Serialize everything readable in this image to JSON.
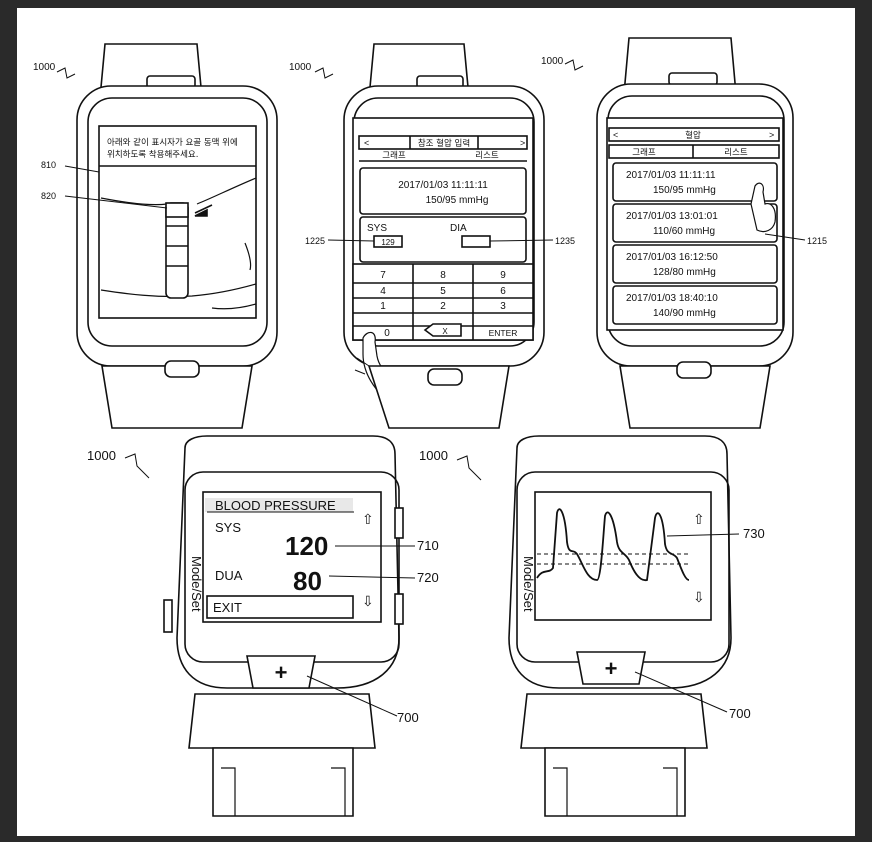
{
  "reference_labels": {
    "device_top_left": "1000",
    "device_top_middle": "1000",
    "device_top_right": "1000",
    "device_bottom_left": "1000",
    "device_bottom_right": "1000",
    "screen_810": "810",
    "band_820": "820",
    "sys_field_1225": "1225",
    "dia_field_1235": "1235",
    "list_1215": "1215",
    "value_710": "710",
    "value_720": "720",
    "graph_730": "730",
    "button_left_700": "700",
    "button_right_700": "700"
  },
  "screen1": {
    "instruction_line1": "아래와 같이 표시자가 요골 동맥 위에",
    "instruction_line2": "위치하도록 착용해주세요."
  },
  "screen2": {
    "nav_prev": "<",
    "title": "참조 혈압 입력",
    "nav_next": ">",
    "tab_graph": "그래프",
    "tab_list": "리스트",
    "datetime": "2017/01/03   11:11:11",
    "reading": "150/95 mmHg",
    "sys_label": "SYS",
    "sys_value": "129",
    "dia_label": "DIA",
    "keys": [
      "7",
      "8",
      "9",
      "4",
      "5",
      "6",
      "1",
      "2",
      "3",
      "0"
    ],
    "backspace": "X",
    "enter": "ENTER"
  },
  "screen3": {
    "nav_prev": "<",
    "title": "혈압",
    "nav_next": ">",
    "tab_graph": "그래프",
    "tab_list": "리스트",
    "records": [
      {
        "datetime": "2017/01/03   11:11:11",
        "reading": "150/95 mmHg"
      },
      {
        "datetime": "2017/01/03   13:01:01",
        "reading": "110/60 mmHg"
      },
      {
        "datetime": "2017/01/03   16:12:50",
        "reading": "128/80 mmHg"
      },
      {
        "datetime": "2017/01/03   18:40:10",
        "reading": "140/90 mmHg"
      }
    ]
  },
  "screen4": {
    "header": "BLOOD PRESSURE",
    "sys_label": "SYS",
    "sys_value": "120",
    "dua_label": "DUA",
    "dua_value": "80",
    "exit": "EXIT",
    "side_label": "Mode/Set",
    "up_arrow": "⇧",
    "down_arrow": "⇩",
    "plus": "+"
  },
  "screen5": {
    "side_label": "Mode/Set",
    "up_arrow": "⇧",
    "down_arrow": "⇩",
    "plus": "+"
  },
  "colors": {
    "line": "#111111",
    "paper": "#ffffff",
    "frame": "#2a2a2a"
  }
}
